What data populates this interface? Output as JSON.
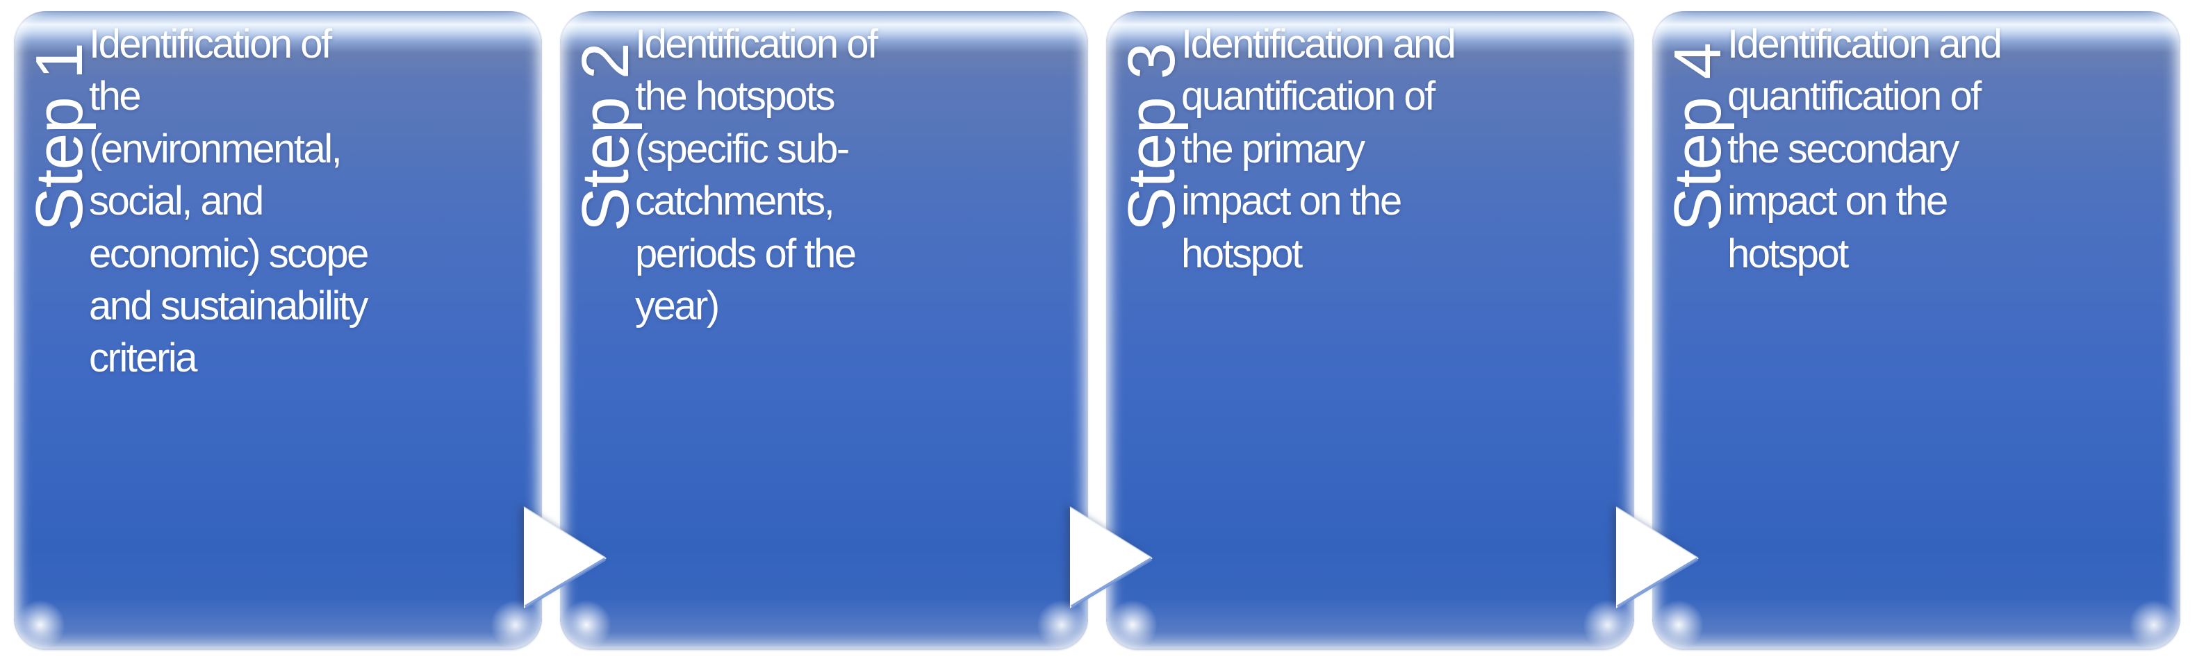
{
  "diagram": {
    "steps": [
      {
        "label": "Step 1",
        "description": "Identification of\nthe\n(environmental,\nsocial, and\neconomic) scope\nand sustainability\ncriteria"
      },
      {
        "label": "Step 2",
        "description": "Identification of\nthe hotspots\n(specific sub-\ncatchments,\nperiods of the\nyear)"
      },
      {
        "label": "Step 3",
        "description": "Identification and\nquantification of\nthe primary\nimpact on the\nhotspot"
      },
      {
        "label": "Step 4",
        "description": "Identification and\nquantification of\nthe secondary\nimpact on the\nhotspot"
      }
    ],
    "connector": {
      "icon": "right-triangle-arrow",
      "fill": "#ffffff",
      "edge_color": "#6e93d6"
    },
    "colors": {
      "box_body_blue": "#3f6ac3",
      "box_top_shade": "#5c78b8",
      "box_gloss_highlight": "#eef5fd",
      "box_bottom_blue": "#3463bd",
      "text": "#ffffff",
      "background": "#ffffff"
    }
  }
}
